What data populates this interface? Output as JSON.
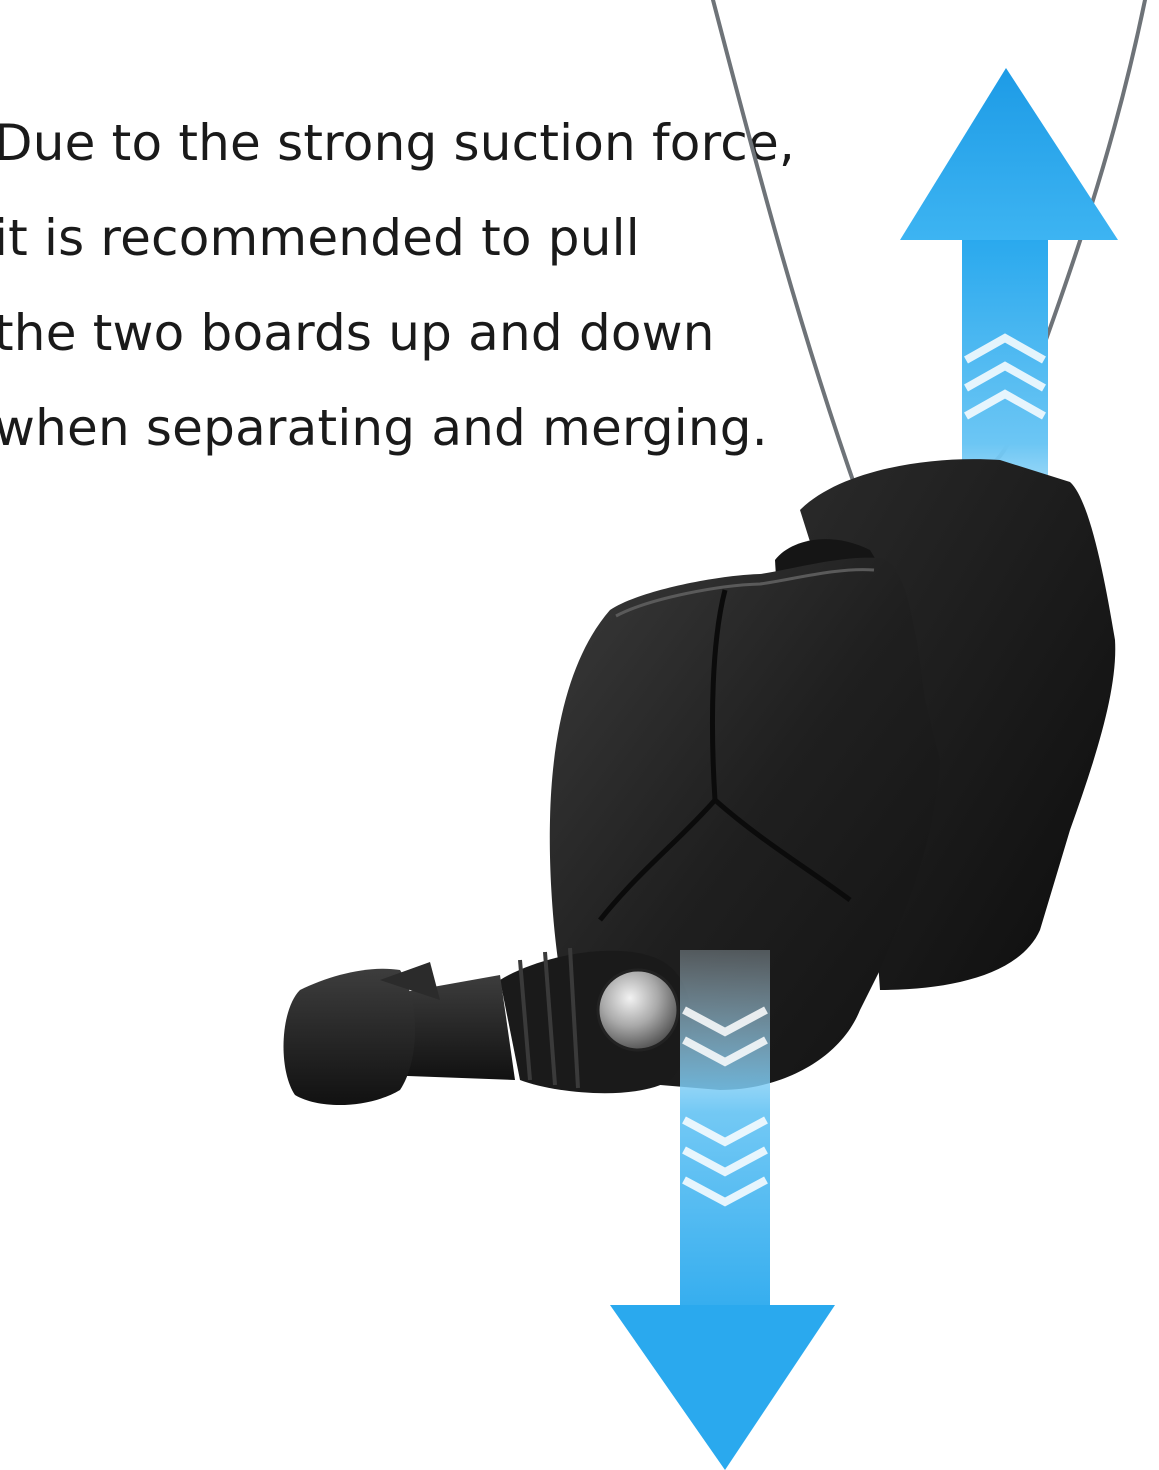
{
  "caption": {
    "lines": [
      "Due to the strong suction force,",
      "it is recommended to pull",
      "the two boards up and down",
      "when separating and merging."
    ]
  },
  "colors": {
    "arrow_blue": "#2aa9ee",
    "arrow_blue_light": "#8fd3f8",
    "mount_black": "#1c1c1c",
    "cord_gray": "#6e7378"
  },
  "icons": {
    "up_arrow": "arrow-up-icon",
    "down_arrow": "arrow-down-icon"
  }
}
